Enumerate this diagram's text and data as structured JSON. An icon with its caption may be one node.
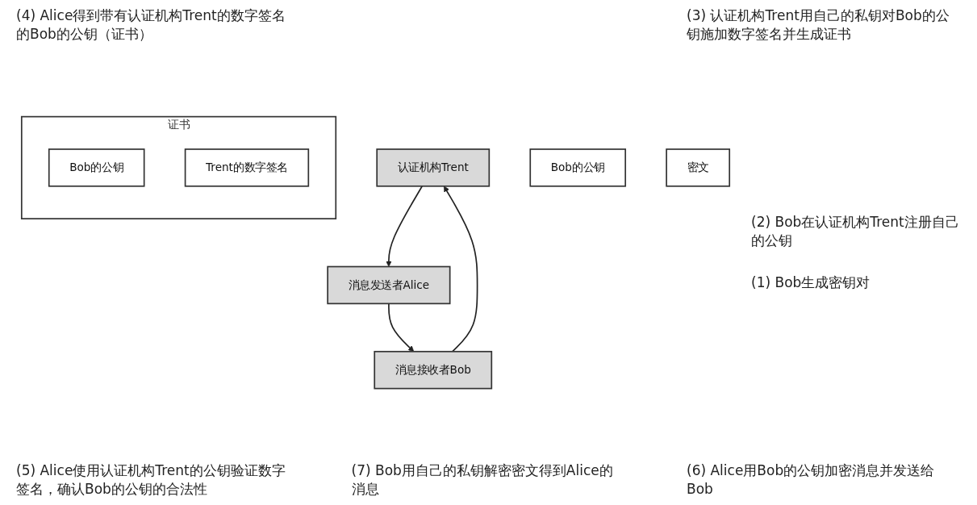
{
  "diagram": {
    "nodes": [
      {
        "text": [
          "认证机构Trent"
        ]
      },
      {
        "text": [
          "消息发送者Alice"
        ]
      },
      {
        "text": [
          "消息接收者Bob"
        ]
      },
      {
        "text": [
          "证书"
        ]
      },
      {
        "text": [
          "Bob的公钥"
        ],
        "in": 3
      },
      {
        "text": [
          "Trent的数字签名"
        ],
        "in": 3
      },
      {
        "text": [
          "Bob的公钥"
        ]
      },
      {
        "text": [
          "密文"
        ]
      }
    ],
    "edges": [
      {
        "from": 0,
        "to": 1,
        "arrow": "to"
      },
      {
        "from": 1,
        "to": 2,
        "arrow": "to"
      },
      {
        "from": 2,
        "to": 0,
        "arrow": "to"
      }
    ],
    "labels": [
      "(4) Alice得到带有认证机构Trent的数字签名的Bob的公钥（证书）",
      "(3) 认证机构Trent用自己的私钥对Bob的公钥施加数字签名并生成证书",
      "(2) Bob在认证机构Trent注册自己的公钥",
      "(1) Bob生成密钥对",
      "(5) Alice使用认证机构Trent的公钥验证数字签名，确认Bob的公钥的合法性",
      "(7) Bob用自己的私钥解密密文得到Alice的消息",
      "(6) Alice用Bob的公钥加密消息并发送给Bob"
    ]
  }
}
